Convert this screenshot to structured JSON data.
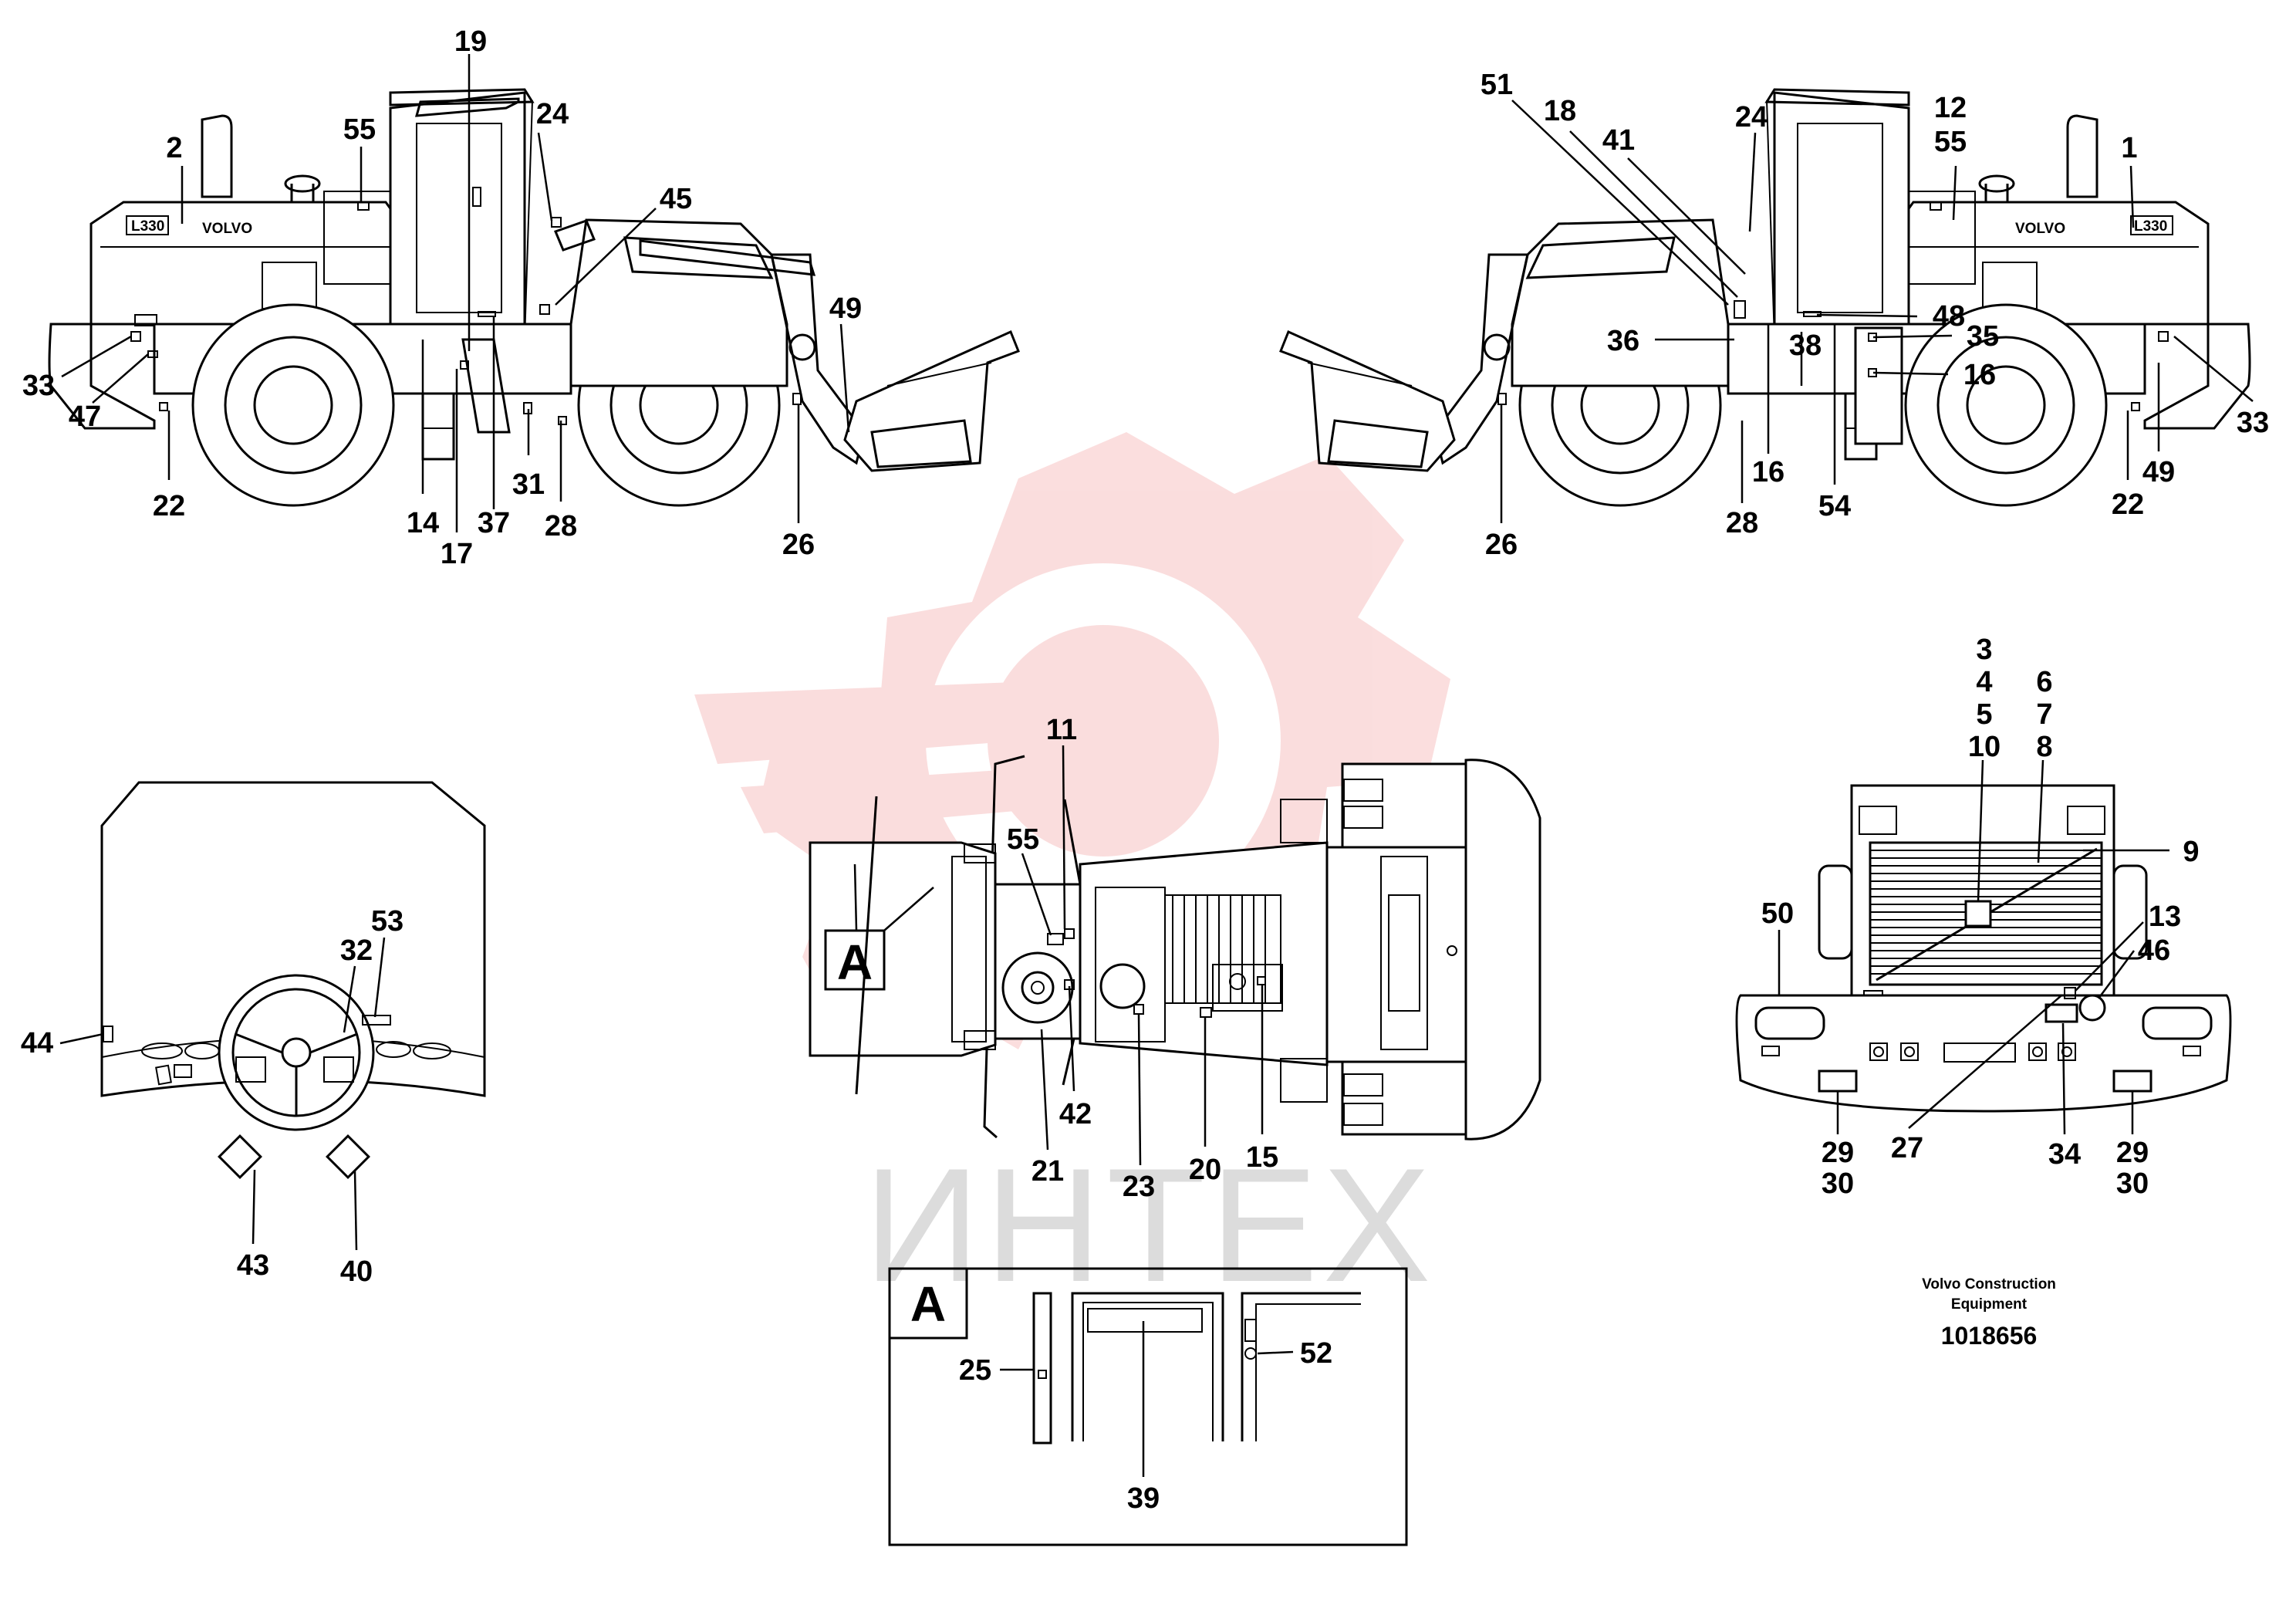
{
  "watermark": {
    "text": "ИНТЕХ",
    "color": "#e84a4a"
  },
  "credit": {
    "line1": "Volvo Construction",
    "line2": "Equipment"
  },
  "part_number": "1018656",
  "detail_label": "A",
  "model_badge": "L330",
  "brand_badge": "VOLVO",
  "callouts": {
    "left_view": [
      "19",
      "2",
      "55",
      "24",
      "45",
      "49",
      "33",
      "47",
      "22",
      "14",
      "17",
      "37",
      "31",
      "28",
      "26"
    ],
    "right_view": [
      "51",
      "18",
      "41",
      "24",
      "12",
      "55",
      "1",
      "48",
      "36",
      "38",
      "35",
      "16",
      "33",
      "49",
      "22",
      "28",
      "16",
      "54",
      "26"
    ],
    "cab_view": [
      "53",
      "32",
      "44",
      "43",
      "40"
    ],
    "top_view": [
      "11",
      "55",
      "21",
      "42",
      "23",
      "20",
      "15"
    ],
    "rear_view": [
      "3",
      "4",
      "5",
      "10",
      "6",
      "7",
      "8",
      "9",
      "50",
      "13",
      "46",
      "27",
      "34",
      "29",
      "30",
      "29",
      "30"
    ],
    "detail_a": [
      "25",
      "52",
      "39"
    ]
  }
}
